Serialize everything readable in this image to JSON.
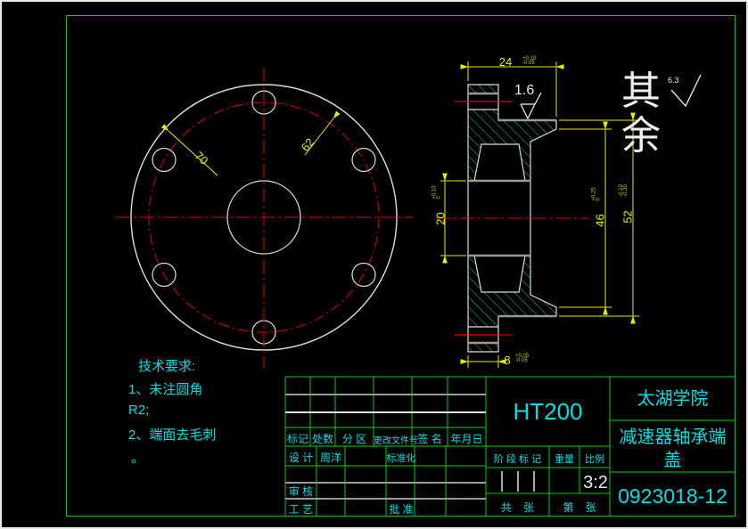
{
  "surface_note": {
    "char1": "其",
    "char2": "余",
    "roughness_value": "6.3"
  },
  "front_view": {
    "dim_outer_dia": "70",
    "dim_bolt_circle_dia": "62"
  },
  "section_view": {
    "roughness_face": "1.6",
    "dim_width": "24",
    "dim_width_tol_up": "+0.10",
    "dim_width_tol_dn": "-0.05",
    "dim_flange_thickness": "8",
    "dim_flange_tol_up": "+0.05",
    "dim_flange_tol_dn": "-0.05",
    "dim_bore_dia": "20",
    "dim_bore_tol_up": "+0.10",
    "dim_bore_tol_dn": "0",
    "dim_boss_dia": "46",
    "dim_boss_tol_up": "+0.25",
    "dim_boss_tol_dn": "0",
    "dim_spigot_dia": "52",
    "dim_spigot_tol_up": "-0.10",
    "dim_spigot_tol_dn": "-0.30"
  },
  "tech_req": {
    "title": "技术要求:",
    "line1": "1、未注圆角",
    "line2": "R2;",
    "line3": "2、端面去毛刺",
    "line4": "。"
  },
  "title_block": {
    "rev_c1": "标记",
    "rev_c2": "处数",
    "rev_c3": "分 区",
    "rev_c4": "更改文件号",
    "rev_c5": "签 名",
    "rev_c6": "年月日",
    "design_label": "设 计",
    "designer_name": "周洋",
    "standard_label": "标准化",
    "check_label": "审 核",
    "process_label": "工 艺",
    "approve_label": "批 准",
    "material": "HT200",
    "stage_label": "阶 段 标 记",
    "weight_label": "重量",
    "scale_label": "比例",
    "scale_value": "3:2",
    "sheets_total": "共    张",
    "sheet_no": "第    张",
    "school": "太湖学院",
    "part_name_line1": "减速器轴承端",
    "part_name_line2": "盖",
    "drawing_number": "0923018-12"
  },
  "colors": {
    "frame_green": "#00d400",
    "text_cyan": "#00e0e0",
    "dim_yellow": "#ecec00",
    "centerline_red": "#e60000",
    "outline_white": "#dcdcdc",
    "hatch_teal": "#00bfa0"
  }
}
